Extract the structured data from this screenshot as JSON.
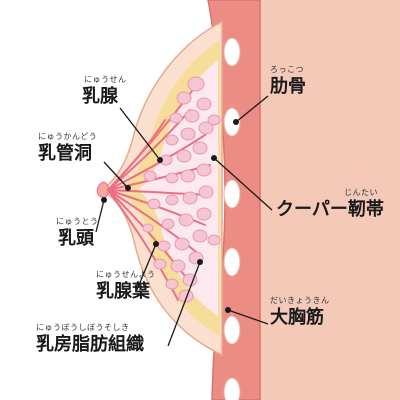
{
  "colors": {
    "chest_wall": "#f5c9b8",
    "muscle_band": "#ec8d85",
    "muscle_edge": "#d9736c",
    "breast_fill": "#fbe0cf",
    "fat_fill": "#f6dd9a",
    "duct": "#ec6f86",
    "lobule": "#f4c5d3",
    "lobule_edge": "#e89ab0",
    "leader": "#1a1a1a",
    "label_text": "#1a1a1a"
  },
  "labels": {
    "nyusen": {
      "ruby": "にゅうせん",
      "text": "乳腺"
    },
    "nyukando": {
      "ruby": "にゅうかんどう",
      "text": "乳管洞"
    },
    "nyuto": {
      "ruby": "にゅうとう",
      "text": "乳頭"
    },
    "nyusenyo": {
      "ruby": "にゅうせんよう",
      "text": "乳腺葉"
    },
    "shiboso": {
      "ruby": "にゅうぼうしぼうそしき",
      "text": "乳房脂肪組織"
    },
    "rokkotsu": {
      "ruby": "ろっこつ",
      "text": "肋骨"
    },
    "cooper": {
      "ruby": "じんたい",
      "text": "クーパー靭帯"
    },
    "daikyokin": {
      "ruby": "だいきょうきん",
      "text": "大胸筋"
    }
  }
}
